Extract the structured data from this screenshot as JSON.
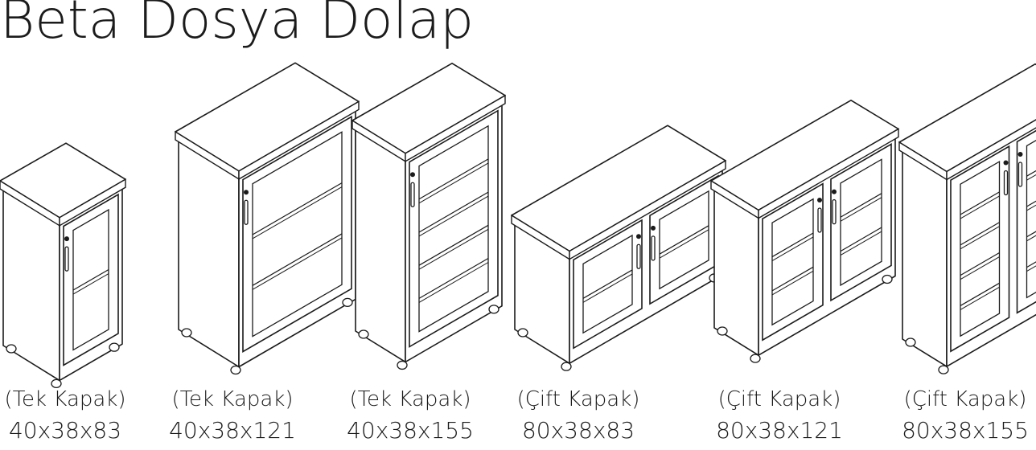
{
  "title": "Beta Dosya Dolap",
  "products": [
    {
      "door": "(Tek Kapak)",
      "dims": "40x38x83",
      "doors": 1,
      "shelves": 1
    },
    {
      "door": "(Tek Kapak)",
      "dims": "40x38x121",
      "doors": 1,
      "shelves": 2
    },
    {
      "door": "(Tek Kapak)",
      "dims": "40x38x155",
      "doors": 1,
      "shelves": 4
    },
    {
      "door": "(Çift Kapak)",
      "dims": "80x38x83",
      "doors": 2,
      "shelves": 1
    },
    {
      "door": "(Çift Kapak)",
      "dims": "80x38x121",
      "doors": 2,
      "shelves": 2
    },
    {
      "door": "(Çift Kapak)",
      "dims": "80x38x155",
      "doors": 2,
      "shelves": 4
    }
  ],
  "line_color": "#1b1b1b"
}
